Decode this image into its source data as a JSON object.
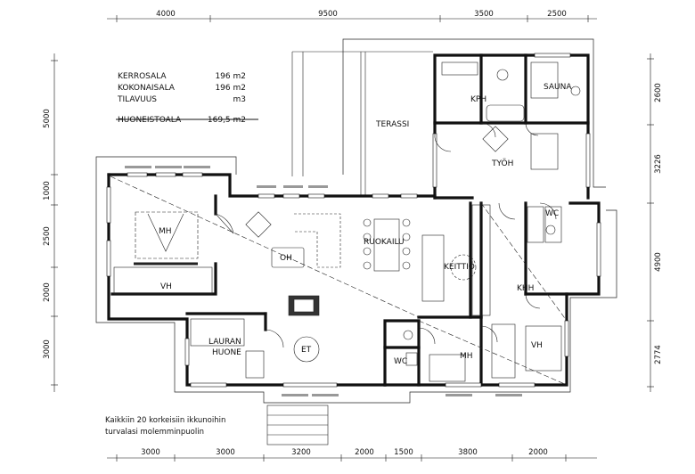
{
  "dimensions": {
    "top": [
      "4000",
      "9500",
      "3500",
      "2500"
    ],
    "bottom": [
      "3000",
      "3000",
      "3200",
      "2000",
      "1500",
      "3800",
      "2000"
    ],
    "left": [
      "5000",
      "1000",
      "2500",
      "2000",
      "3000"
    ],
    "right": [
      "2600",
      "3226",
      "4900",
      "2774"
    ]
  },
  "areas": [
    {
      "label": "KERROSALA",
      "value": "196 m2"
    },
    {
      "label": "KOKONAISALA",
      "value": "196 m2"
    },
    {
      "label": "TILAVUUS",
      "value": "m3"
    },
    {
      "label": "HUONEISTOALA",
      "value": "169,5 m2",
      "struck": true
    }
  ],
  "rooms": {
    "terassi": "TERASSI",
    "kph": "KPH",
    "sauna": "SAUNA",
    "tyoh": "TYÖH",
    "wc_upper": "WC",
    "mh_left": "MH",
    "vh_left": "VH",
    "oh": "OH",
    "ruokailu": "RUOKAILU",
    "keittio": "KEITTIÖ",
    "khh": "KHH",
    "lauran_line1": "LAURAN",
    "lauran_line2": "HUONE",
    "et": "ET",
    "wc_lower": "WC",
    "mh_right": "MH",
    "vh_right": "VH"
  },
  "note": {
    "line1": "Kaikkiin 20 korkeisiin ikkunoihin",
    "line2": "turvalasi molemminpuolin"
  }
}
